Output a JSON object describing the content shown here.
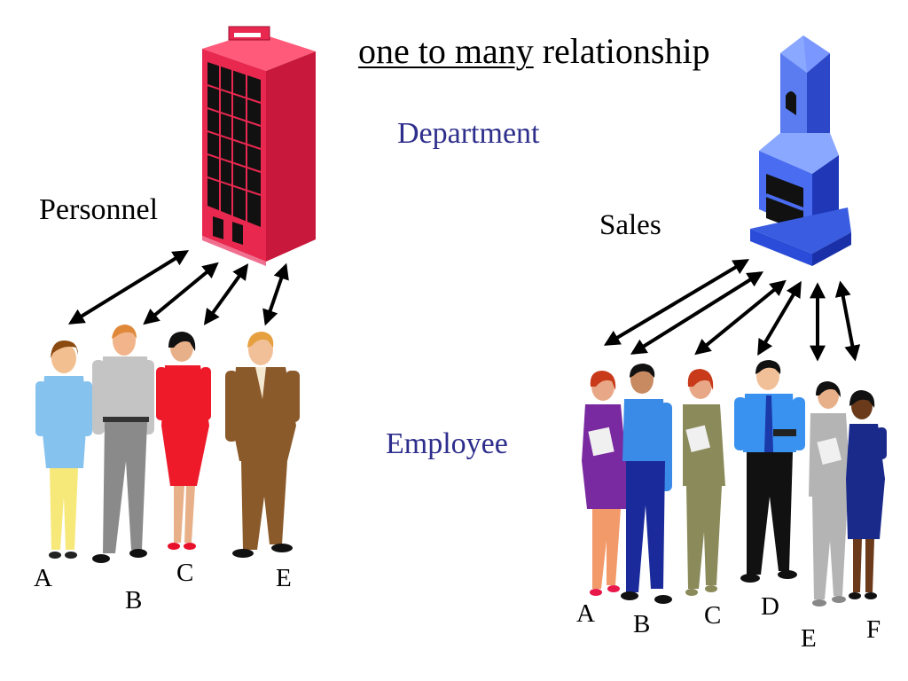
{
  "title": {
    "part1": "one to many",
    "part2": " relationship"
  },
  "labels": {
    "department": "Department",
    "employee": "Employee"
  },
  "departments": {
    "left": {
      "name": "Personnel",
      "building_color": "#e8284f"
    },
    "right": {
      "name": "Sales",
      "building_color": "#4a6cf0"
    }
  },
  "employees": {
    "left": [
      "A",
      "B",
      "C",
      "E"
    ],
    "right": [
      "A",
      "B",
      "C",
      "D",
      "E",
      "F"
    ]
  },
  "colors": {
    "label_blue": "#2e2e8c",
    "arrow": "#000000"
  }
}
